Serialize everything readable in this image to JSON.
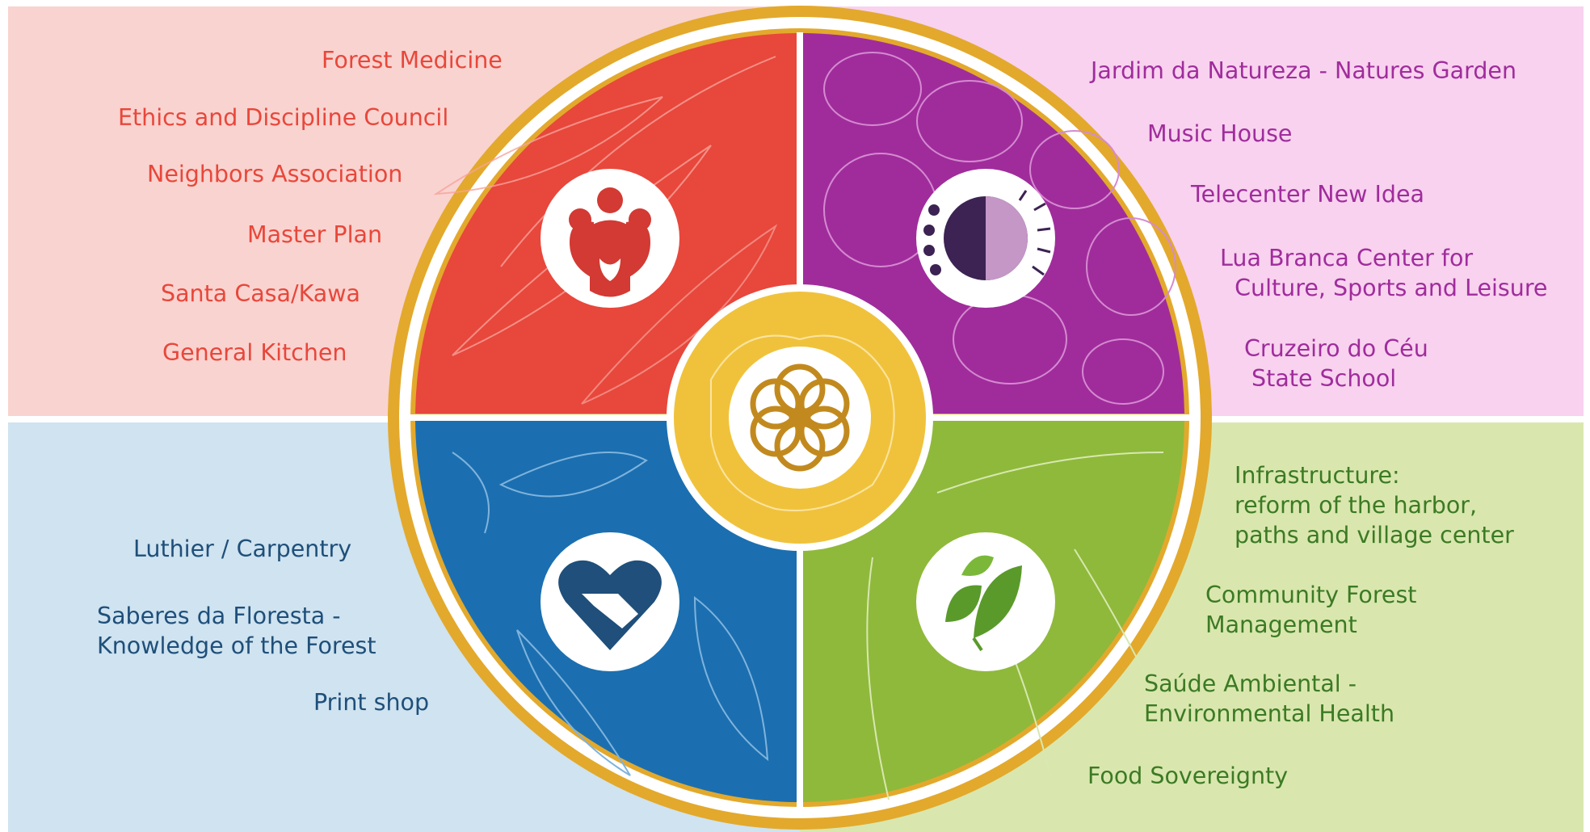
{
  "colors": {
    "red": "#e8473b",
    "purple": "#a02c9c",
    "blue": "#1b6fb0",
    "green": "#8fb93b",
    "gold": "#e3a92c",
    "center": "#f0c23c"
  },
  "quadrants": {
    "top_left": {
      "icon": "family-icon",
      "items": [
        "Forest Medicine",
        "Ethics and Discipline Council",
        "Neighbors Association",
        "Master Plan",
        "Santa Casa/Kawa",
        "General Kitchen"
      ]
    },
    "top_right": {
      "icon": "sun-moon-face-icon",
      "items": [
        "Jardim da Natureza - Natures Garden",
        "Music House",
        "Telecenter New Idea",
        "Lua Branca Center for\n  Culture, Sports and Leisure",
        "Cruzeiro do Céu\n State School"
      ]
    },
    "bottom_left": {
      "icon": "handshake-heart-icon",
      "items": [
        "Luthier / Carpentry",
        "Saberes da Floresta -\nKnowledge of the Forest",
        "Print shop"
      ]
    },
    "bottom_right": {
      "icon": "leaves-icon",
      "items": [
        "Infrastructure:\nreform of the harbor,\npaths and village center",
        "Community Forest\nManagement",
        "Saúde Ambiental -\nEnvironmental Health",
        "Food Sovereignty"
      ]
    },
    "center": {
      "icon": "mandala-flower-icon"
    }
  }
}
